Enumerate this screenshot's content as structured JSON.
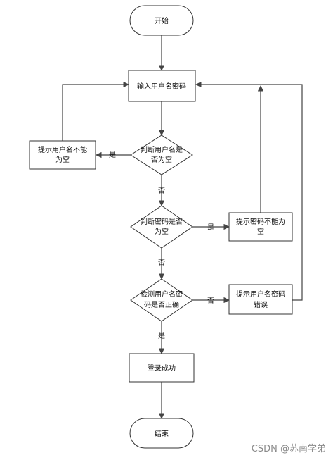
{
  "nodes": {
    "start": "开始",
    "input": "输入用户名密码",
    "check_user_empty": [
      "判断用户名是",
      "否为空"
    ],
    "msg_user_empty": [
      "提示用户名不能",
      "为空"
    ],
    "check_pwd_empty": [
      "判断密码是否",
      "为空"
    ],
    "msg_pwd_empty": [
      "提示密码不能为",
      "空"
    ],
    "check_credentials": [
      "检测用户名密",
      "码是否正确"
    ],
    "msg_credentials_wrong": [
      "提示用户名密码",
      "错误"
    ],
    "login_success": "登录成功",
    "end": "结束"
  },
  "edges": {
    "user_empty_yes": "是",
    "user_empty_no": "否",
    "pwd_empty_yes": "是",
    "pwd_empty_no": "否",
    "cred_no": "否",
    "cred_yes": "是"
  },
  "watermark": "CSDN @苏南学弟"
}
